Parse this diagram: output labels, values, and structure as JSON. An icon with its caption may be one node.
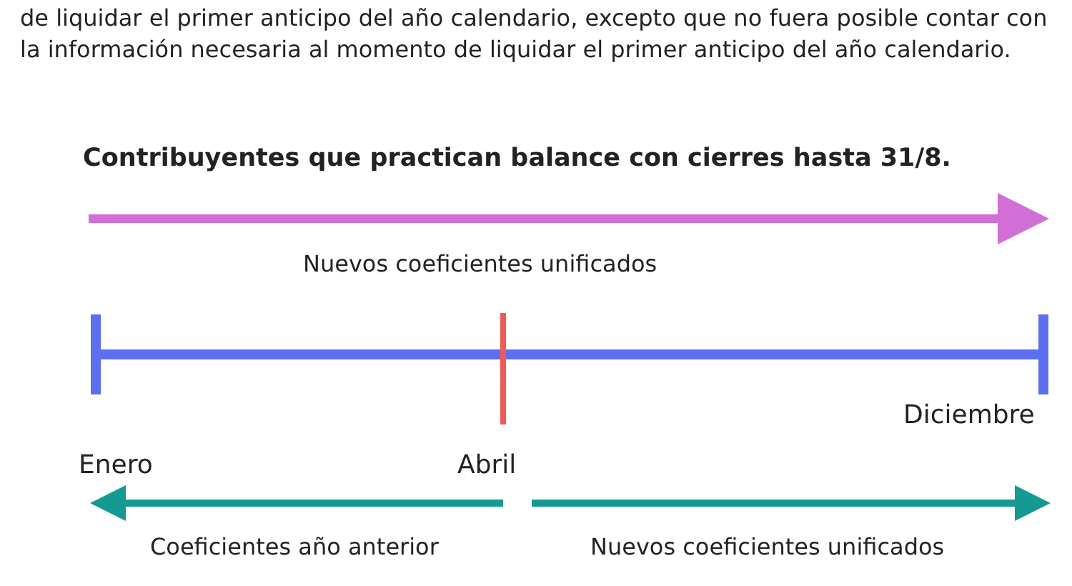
{
  "diagram": {
    "title": "Contribuyentes que practican balance con cierres hasta 31/8.",
    "labels": [
      "de liquidar el primer anticipo del año calendario, excepto que no fuera posible contar con la información necesaria al momento de liquidar el primer anticipo del año calendario.",
      "Nuevos coeficientes unificados",
      "Diciembre",
      "Enero",
      "Abril",
      "Coeficientes año anterior",
      "Nuevos coeficientes unificados"
    ]
  }
}
